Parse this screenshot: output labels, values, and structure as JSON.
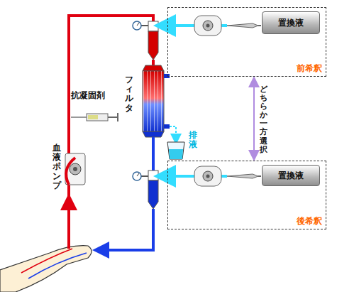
{
  "diagram": {
    "nodes": [
      {
        "text": [
          "前希釈"
        ]
      },
      {
        "text": [
          "置換液"
        ],
        "in": 0
      },
      {
        "text": [
          "後希釈"
        ]
      },
      {
        "text": [
          "置換液"
        ],
        "in": 2
      }
    ],
    "edges": [
      {
        "from": 0,
        "to": 2,
        "arrow": "both",
        "label": "どちらか一方選択"
      }
    ],
    "labels": [
      "抗凝固剤",
      "フィルタ",
      "血液ポンプ",
      "排液"
    ]
  }
}
